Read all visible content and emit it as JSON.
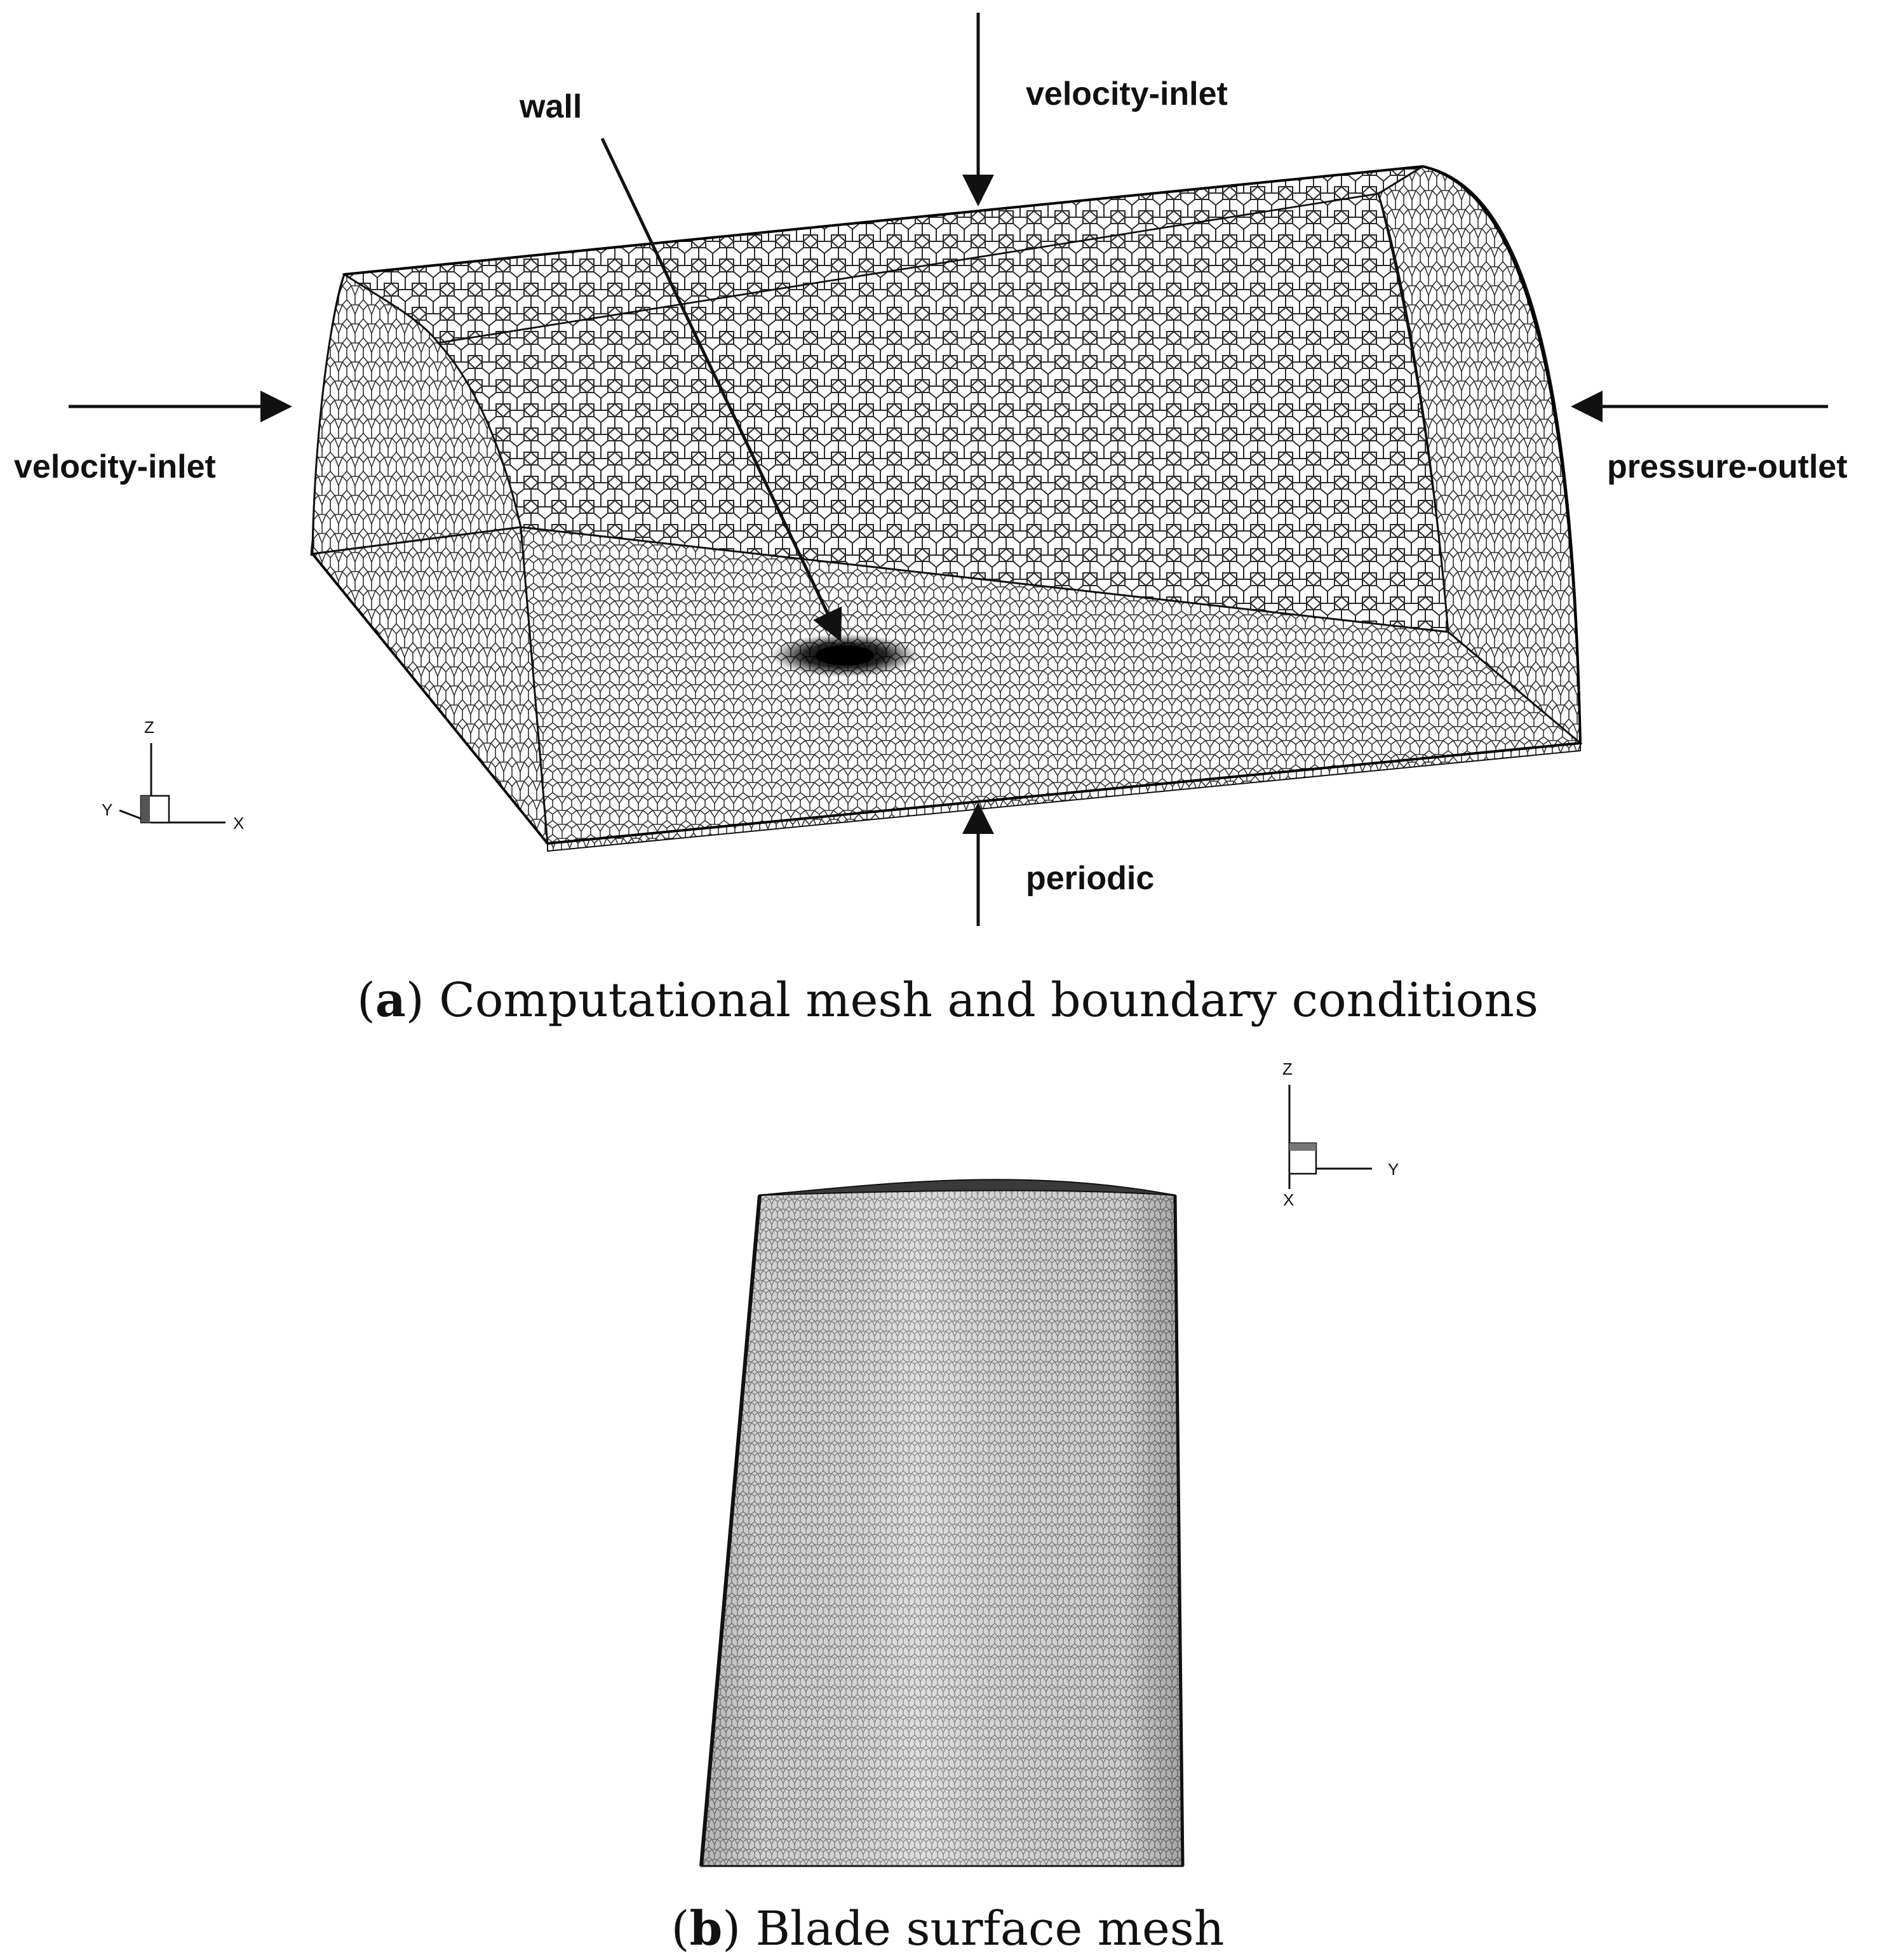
{
  "panel_a": {
    "labels": {
      "wall": "wall",
      "top_inlet": "velocity-inlet",
      "left_inlet": "velocity-inlet",
      "outlet": "pressure-outlet",
      "periodic": "periodic"
    },
    "axes": {
      "z": "Z",
      "y": "Y",
      "x": "X"
    },
    "caption": {
      "letter": "a",
      "text": " Computational mesh and boundary conditions"
    }
  },
  "panel_b": {
    "axes": {
      "z": "Z",
      "y": "Y",
      "x": "X"
    },
    "caption": {
      "letter": "b",
      "text": " Blade surface mesh"
    }
  }
}
